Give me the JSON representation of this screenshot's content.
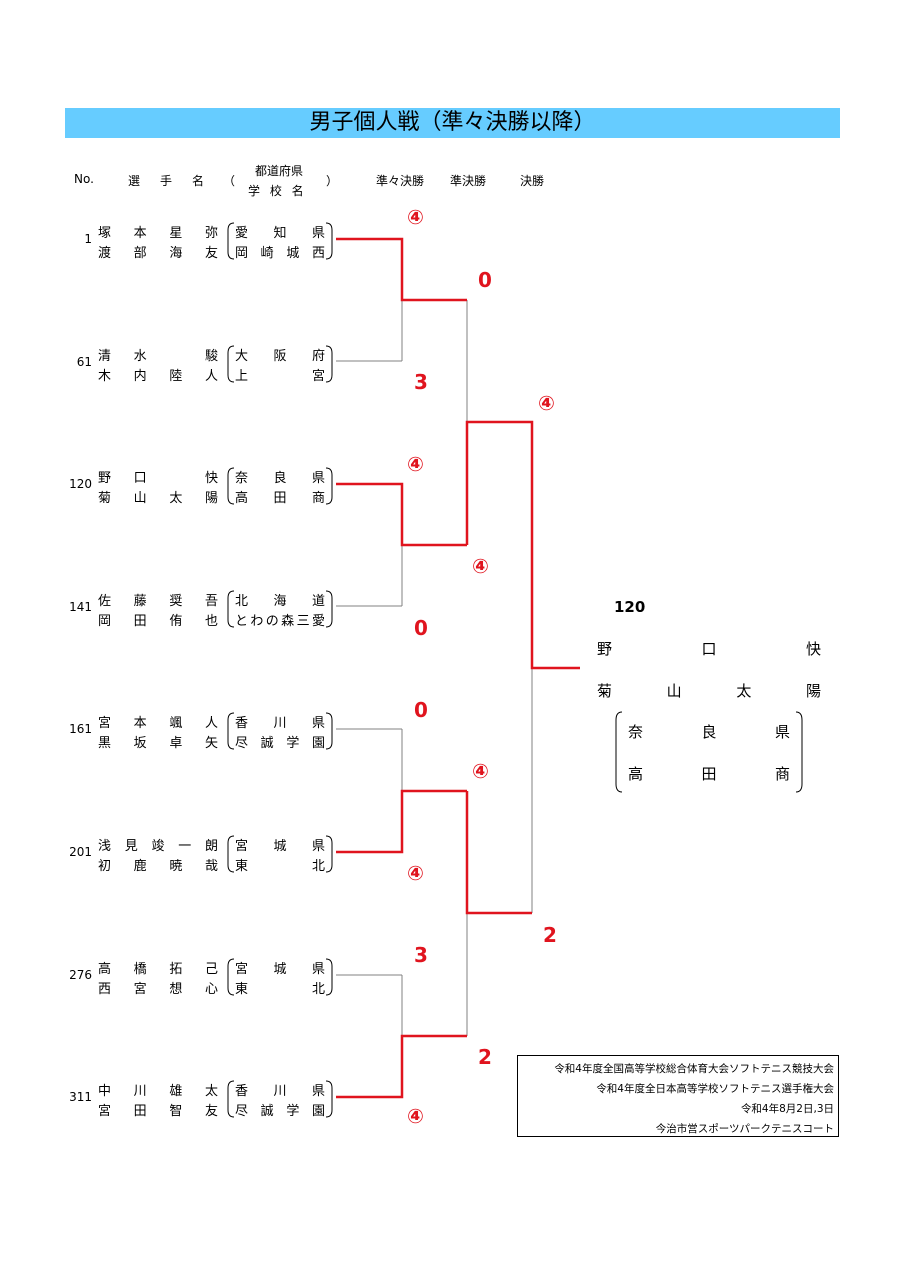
{
  "title": "男子個人戦（準々決勝以降）",
  "header": {
    "no": "No.",
    "player": "選　手　名",
    "paren_open": "（",
    "prefecture": "都道府県",
    "school": "学 校 名",
    "paren_close": "）",
    "qf": "準々決勝",
    "sf": "準決勝",
    "final": "決勝"
  },
  "players": [
    {
      "no": "1",
      "names": [
        "塚本星弥",
        "渡部海友"
      ],
      "schools": [
        "愛知県",
        "岡崎城西"
      ]
    },
    {
      "no": "61",
      "names": [
        "清水　駿",
        "木内陸人"
      ],
      "schools": [
        "大阪府",
        "上　宮"
      ]
    },
    {
      "no": "120",
      "names": [
        "野口　快",
        "菊山太陽"
      ],
      "schools": [
        "奈良県",
        "高田商"
      ]
    },
    {
      "no": "141",
      "names": [
        "佐藤奨吾",
        "岡田侑也"
      ],
      "schools": [
        "北海道",
        "とわの森三愛"
      ]
    },
    {
      "no": "161",
      "names": [
        "宮本颯人",
        "黒坂卓矢"
      ],
      "schools": [
        "香川県",
        "尽誠学園"
      ]
    },
    {
      "no": "201",
      "names": [
        "浅見竣一朗",
        "初鹿暁哉"
      ],
      "schools": [
        "宮城県",
        "東　北"
      ]
    },
    {
      "no": "276",
      "names": [
        "高橋拓己",
        "西宮想心"
      ],
      "schools": [
        "宮城県",
        "東　北"
      ]
    },
    {
      "no": "311",
      "names": [
        "中川雄太",
        "宮田智友"
      ],
      "schools": [
        "香川県",
        "尽誠学園"
      ]
    }
  ],
  "scores": {
    "qf1_top": "④",
    "qf1_bottom": "3",
    "qf2_top": "④",
    "qf2_bottom": "0",
    "qf3_top": "0",
    "qf3_bottom": "④",
    "qf4_top": "3",
    "qf4_bottom": "④",
    "sf1_top": "0",
    "sf1_bottom": "④",
    "sf2_top": "④",
    "sf2_bottom": "2",
    "final_top": "④",
    "final_bottom": "2"
  },
  "winner": {
    "no": "120",
    "names": [
      "野口快",
      "菊山太陽"
    ],
    "schools": [
      "奈良県",
      "高田商"
    ]
  },
  "info": [
    "令和4年度全国高等学校総合体育大会ソフトテニス競技大会",
    "令和4年度全日本高等学校ソフトテニス選手権大会",
    "令和4年8月2日,3日",
    "今治市営スポーツパークテニスコート"
  ],
  "colors": {
    "title_bg": "#66ccff",
    "win_line": "#e0141e",
    "lose_line": "#808080"
  }
}
